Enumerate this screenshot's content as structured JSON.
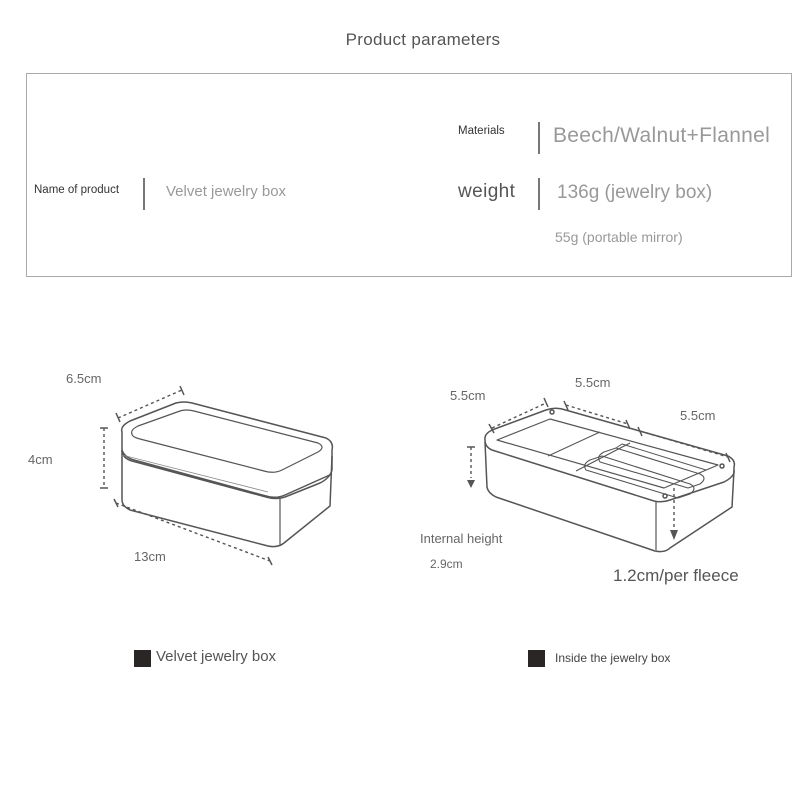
{
  "header": {
    "title": "Product parameters"
  },
  "params": {
    "name_label": "Name of product",
    "name_value": "Velvet jewelry box",
    "materials_label": "Materials",
    "materials_value": "Beech/Walnut+Flannel",
    "weight_label": "weight",
    "weight_value_1": "136g (jewelry box)",
    "weight_value_2": "55g (portable mirror)"
  },
  "box_outer": {
    "depth": "6.5cm",
    "height": "4cm",
    "length": "13cm"
  },
  "box_inner": {
    "compartment_1": "5.5cm",
    "compartment_2": "5.5cm",
    "compartment_3": "5.5cm",
    "internal_height_label": "Internal height",
    "internal_height_value": "2.9cm",
    "fleece": "1.2cm/per fleece"
  },
  "legend": {
    "left": "Velvet jewelry box",
    "right": "Inside the jewelry box"
  },
  "colors": {
    "swatch": "#2a2626",
    "line": "#555555",
    "text_gray": "#999999"
  }
}
